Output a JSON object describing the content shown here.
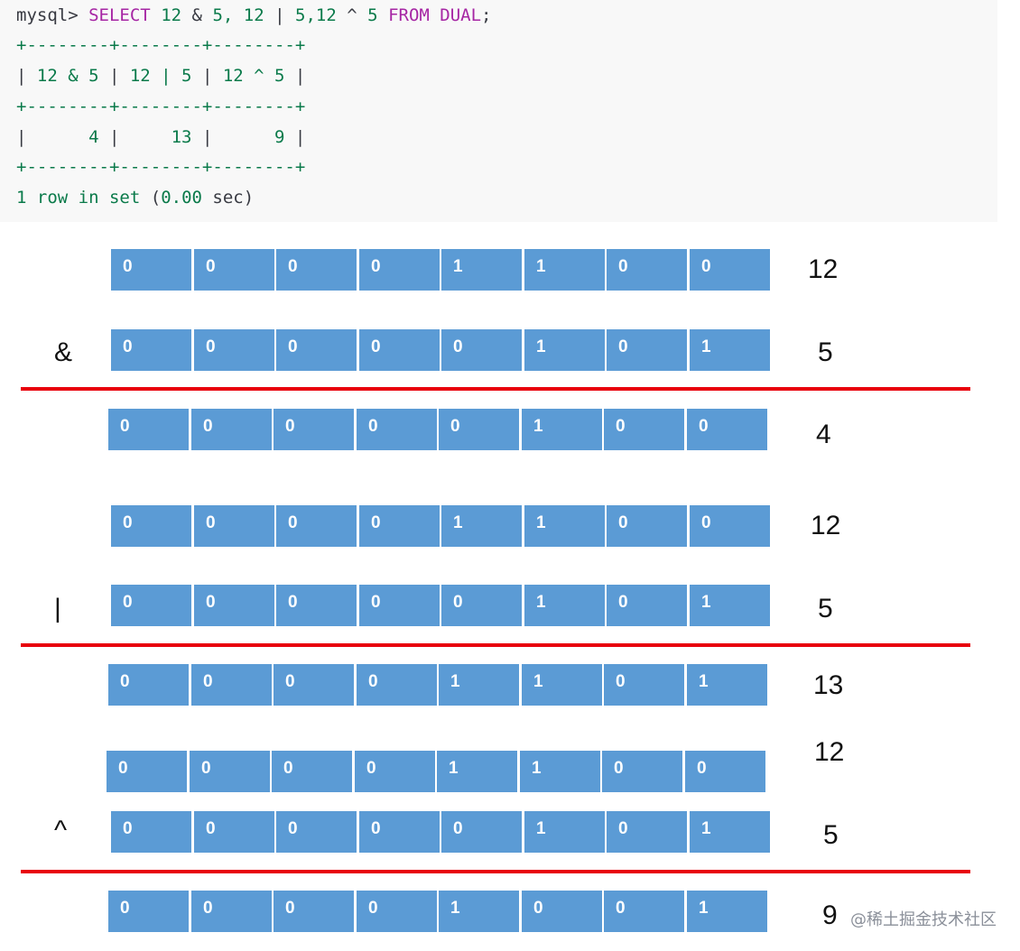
{
  "code": {
    "prompt": "mysql>",
    "select_kw": "SELECT",
    "expr_a1": "12",
    "op_and": "&",
    "expr_a2": "5,",
    "expr_b1": "12",
    "op_or": "|",
    "expr_b2": "5,12",
    "op_xor": "^",
    "expr_c2": "5",
    "from_kw": "FROM",
    "dual_kw": "DUAL",
    "semicolon": ";",
    "border": "+--------+--------+--------+",
    "headers": [
      "12 & 5",
      "12 | 5",
      "12 ^ 5"
    ],
    "results": [
      "4",
      "13",
      "9"
    ],
    "summary_count": "1",
    "summary_text": "row in set",
    "summary_time": "0.00",
    "summary_unit": "sec"
  },
  "colors": {
    "code_bg": "#f8f8f8",
    "keyword": "#a626a4",
    "number": "#0a7a4a",
    "bit_cell": "#5b9bd5",
    "divider": "#e8000b"
  },
  "diagram": {
    "operators": [
      "&",
      "|",
      "^"
    ],
    "rows": [
      {
        "bits": [
          "0",
          "0",
          "0",
          "0",
          "1",
          "1",
          "0",
          "0"
        ],
        "value": "12"
      },
      {
        "bits": [
          "0",
          "0",
          "0",
          "0",
          "0",
          "1",
          "0",
          "1"
        ],
        "value": "5"
      },
      {
        "bits": [
          "0",
          "0",
          "0",
          "0",
          "0",
          "1",
          "0",
          "0"
        ],
        "value": "4"
      },
      {
        "bits": [
          "0",
          "0",
          "0",
          "0",
          "1",
          "1",
          "0",
          "0"
        ],
        "value": "12"
      },
      {
        "bits": [
          "0",
          "0",
          "0",
          "0",
          "0",
          "1",
          "0",
          "1"
        ],
        "value": "5"
      },
      {
        "bits": [
          "0",
          "0",
          "0",
          "0",
          "1",
          "1",
          "0",
          "1"
        ],
        "value": "13"
      },
      {
        "bits": [
          "0",
          "0",
          "0",
          "0",
          "1",
          "1",
          "0",
          "0"
        ],
        "value": "12"
      },
      {
        "bits": [
          "0",
          "0",
          "0",
          "0",
          "0",
          "1",
          "0",
          "1"
        ],
        "value": "5"
      },
      {
        "bits": [
          "0",
          "0",
          "0",
          "0",
          "1",
          "0",
          "0",
          "1"
        ],
        "value": "9"
      }
    ]
  },
  "watermark": "@稀土掘金技术社区"
}
